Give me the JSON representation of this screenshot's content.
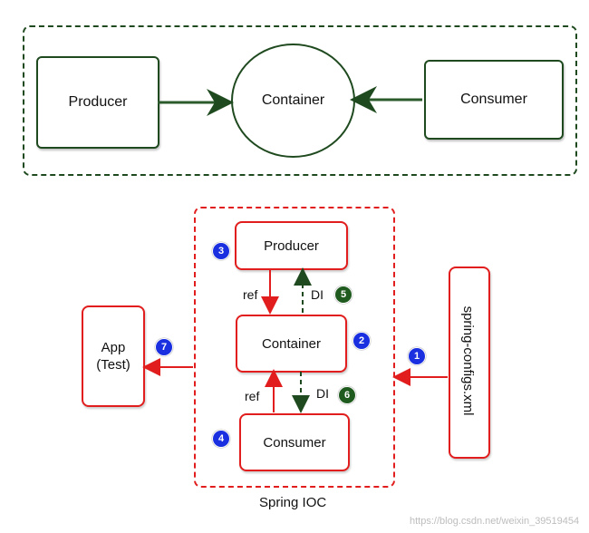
{
  "top_diagram": {
    "producer": "Producer",
    "container": "Container",
    "consumer": "Consumer"
  },
  "ioc_diagram": {
    "producer": "Producer",
    "container": "Container",
    "consumer": "Consumer",
    "app": "App\n(Test)",
    "config": "spring-configs.xml",
    "group_label": "Spring IOC",
    "ref_top": "ref",
    "ref_bottom": "ref",
    "di_top": "DI",
    "di_bottom": "DI",
    "steps": {
      "s1": "1",
      "s2": "2",
      "s3": "3",
      "s4": "4",
      "s5": "5",
      "s6": "6",
      "s7": "7"
    }
  },
  "watermark": "https://blog.csdn.net/weixin_39519454",
  "colors": {
    "dark_green": "#1f4a1f",
    "red": "#e11d1d",
    "badge_blue": "#1a2fe0",
    "badge_green": "#1f5a1f"
  }
}
